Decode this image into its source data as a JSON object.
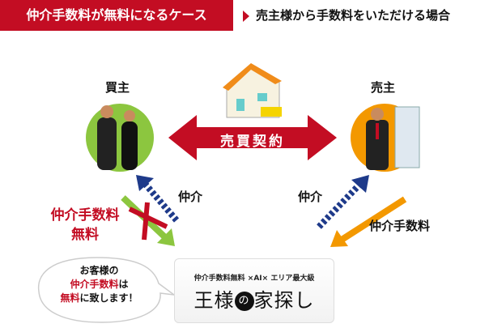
{
  "header": {
    "title": "仲介手数料が無料になるケース",
    "subtitle": "売主様から手数料をいただける場合"
  },
  "diagram": {
    "buyer_label": "買主",
    "seller_label": "売主",
    "contract_label": "売買契約",
    "buyer_intermediary": "仲介",
    "seller_intermediary": "仲介",
    "buyer_fee_line1": "仲介手数料",
    "buyer_fee_line2": "無料",
    "seller_fee": "仲介手数料"
  },
  "bubble": {
    "line1": "お客様の",
    "line2_red": "仲介手数料",
    "line2_rest": "は",
    "line3_red": "無料",
    "line3_rest": "に致します！"
  },
  "logo": {
    "tagline": "仲介手数料無料 ×AI× エリア最大級",
    "name_a": "王様",
    "name_mark": "の",
    "name_b": "家探し"
  },
  "colors": {
    "red": "#c30d23",
    "green": "#8cc63f",
    "orange": "#f39800",
    "blue": "#1e3a8a"
  }
}
